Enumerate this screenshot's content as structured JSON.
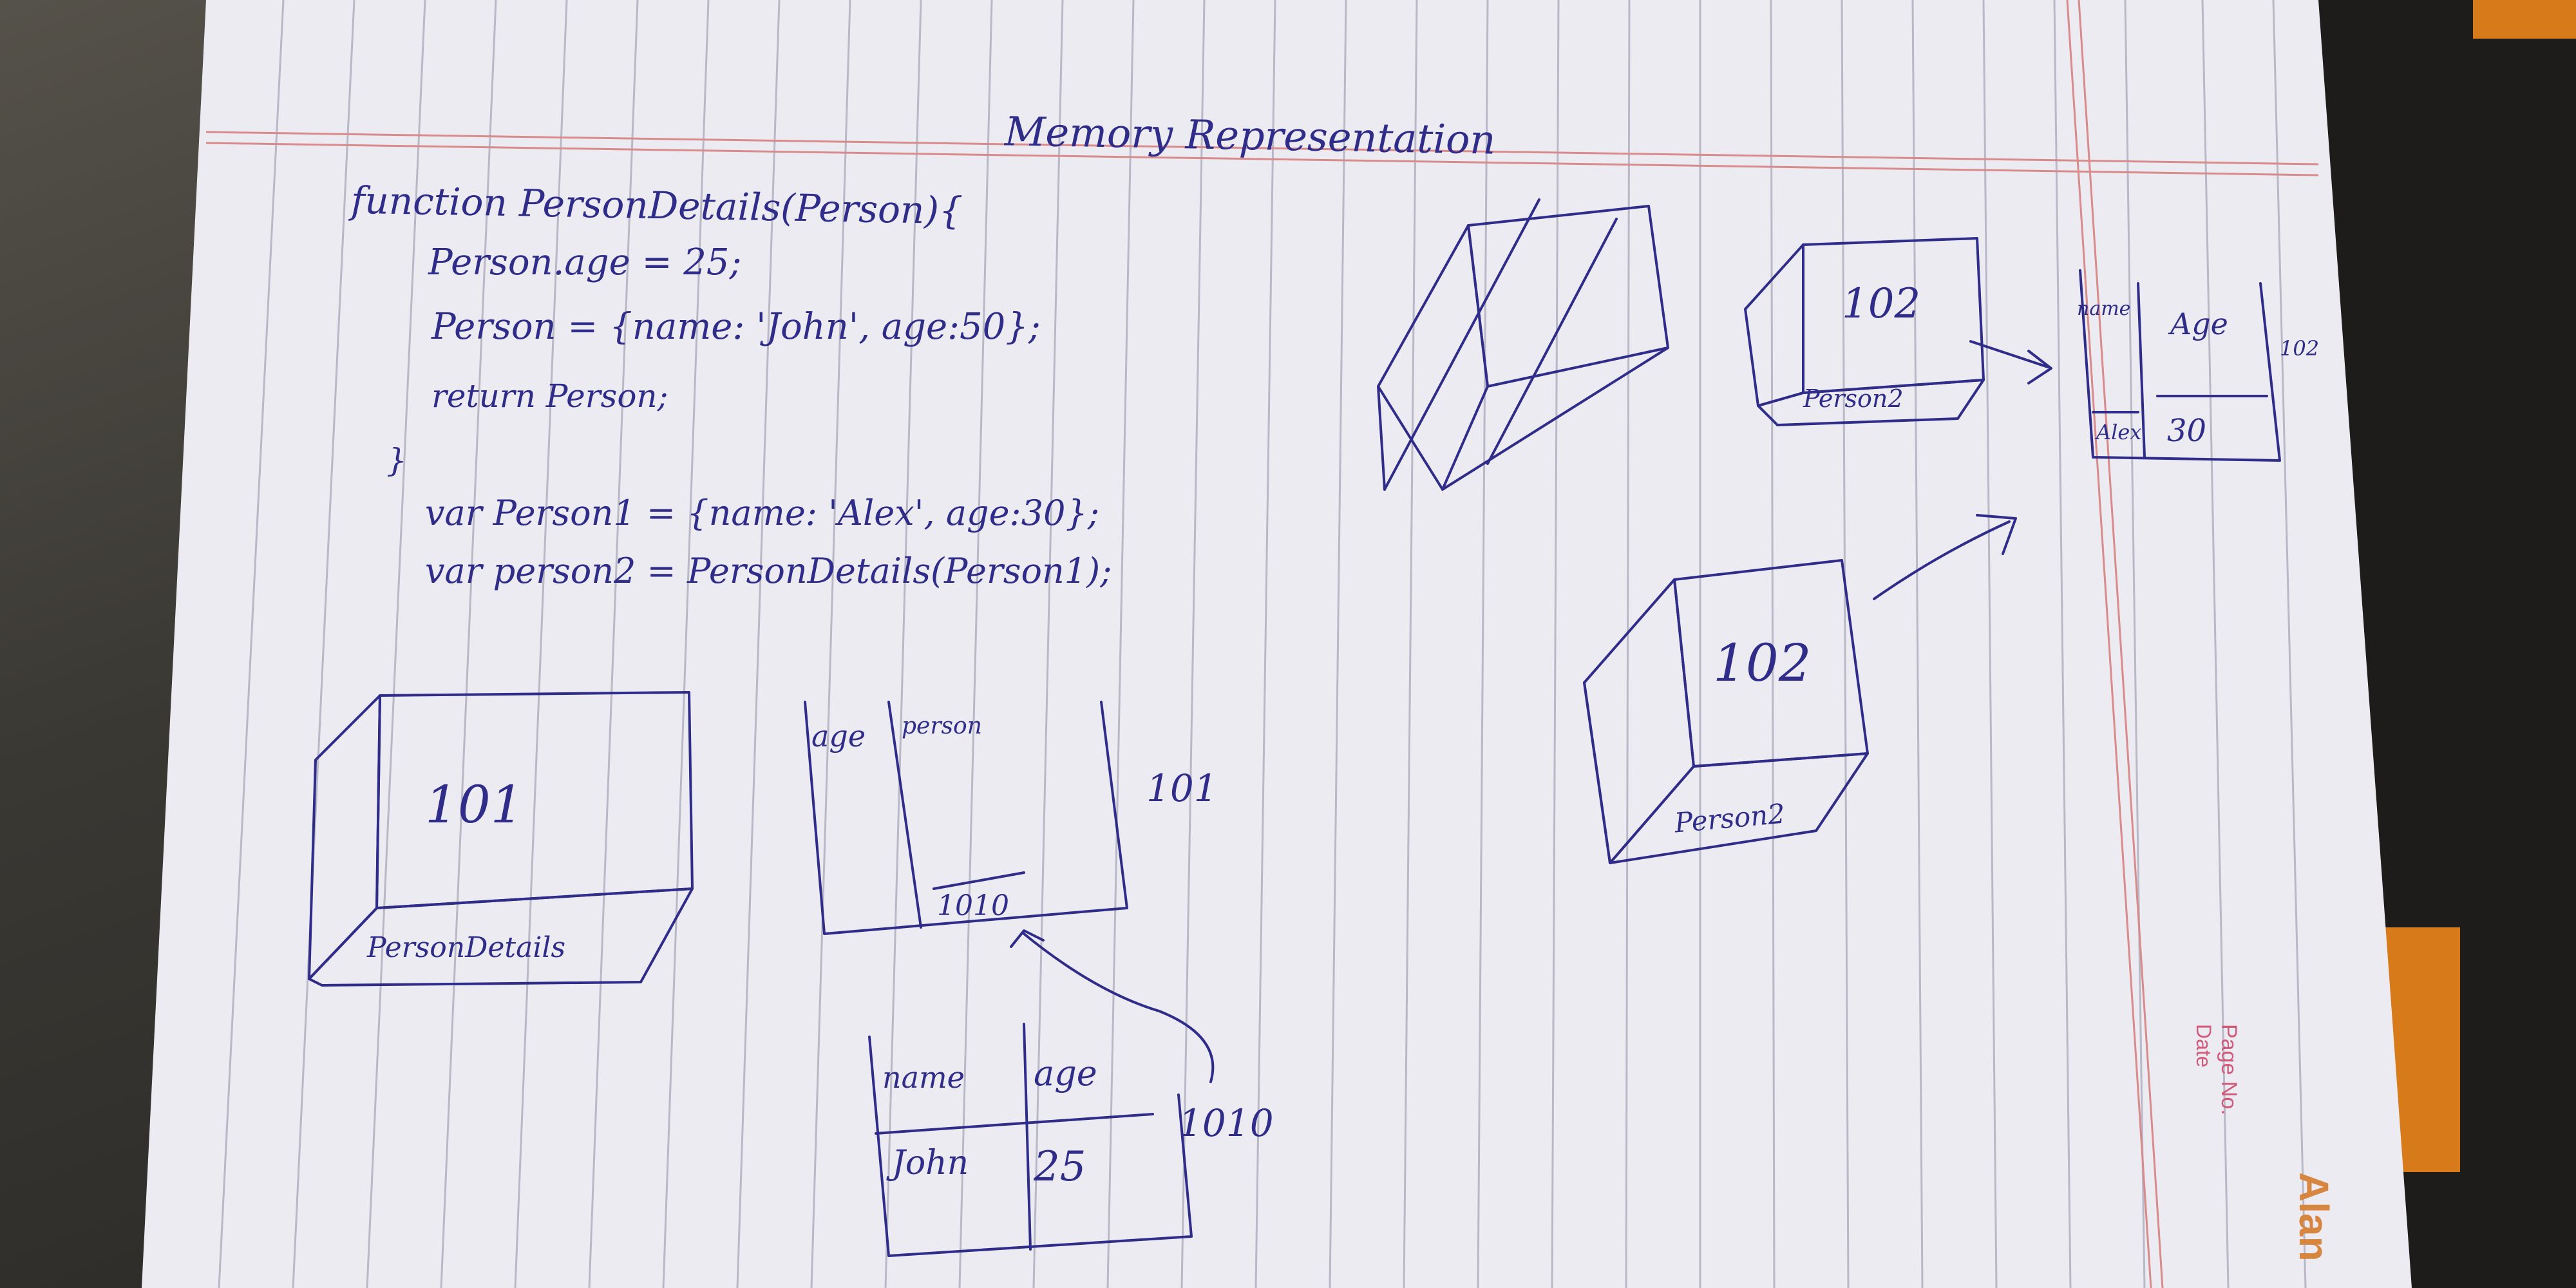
{
  "title": "Memory Representation",
  "code": {
    "line1": "function PersonDetails(Person){",
    "line2": "Person.age = 25;",
    "line3": "Person = {name: 'John', age:50};",
    "line4": "return Person;",
    "line5": "}",
    "line6": "var Person1 = {name: 'Alex', age:30};",
    "line7": "var person2 = PersonDetails(Person1);"
  },
  "boxes": {
    "top_label": "102",
    "top_sub": "Person2",
    "mid_label": "102",
    "mid_sub": "Person2",
    "left_label": "101",
    "left_sub": "PersonDetails"
  },
  "tables": {
    "alex": {
      "col1": "name",
      "col2": "Age",
      "v1": "Alex",
      "v2": "30",
      "addr": "102"
    },
    "stack": {
      "col1": "age",
      "col2": "person",
      "addr": "101",
      "ref": "1010"
    },
    "john": {
      "col1": "name",
      "col2": "age",
      "v1": "John",
      "v2": "25",
      "addr": "1010"
    }
  },
  "page_labels": {
    "page_no": "Page No.",
    "date": "Date"
  },
  "brand": "Alan"
}
